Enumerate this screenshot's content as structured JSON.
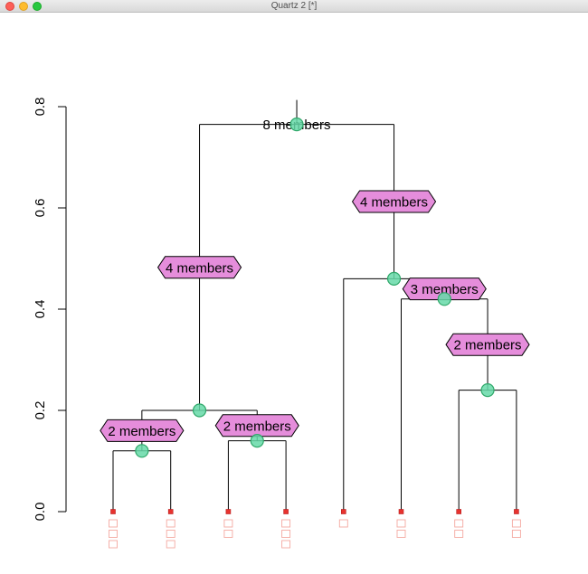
{
  "window": {
    "title": "Quartz 2 [*]"
  },
  "chart_data": {
    "type": "dendrogram",
    "ylim": [
      0,
      0.8
    ],
    "y_ticks": [
      {
        "value": 0.0,
        "label": "0.0"
      },
      {
        "value": 0.2,
        "label": "0.2"
      },
      {
        "value": 0.4,
        "label": "0.4"
      },
      {
        "value": 0.6,
        "label": "0.6"
      },
      {
        "value": 0.8,
        "label": "0.8"
      }
    ],
    "leaves": [
      {
        "position": 1,
        "label_boxes": 3
      },
      {
        "position": 2,
        "label_boxes": 3
      },
      {
        "position": 3,
        "label_boxes": 2
      },
      {
        "position": 4,
        "label_boxes": 3
      },
      {
        "position": 5,
        "label_boxes": 1
      },
      {
        "position": 6,
        "label_boxes": 2
      },
      {
        "position": 7,
        "label_boxes": 2
      },
      {
        "position": 8,
        "label_boxes": 2
      }
    ],
    "nodes": [
      {
        "id": "n1",
        "height": 0.12,
        "left": "leaf1",
        "right": "leaf2",
        "members": 2,
        "label": "2 members"
      },
      {
        "id": "n2",
        "height": 0.14,
        "left": "leaf3",
        "right": "leaf4",
        "members": 2,
        "label": "2 members"
      },
      {
        "id": "n3",
        "height": 0.2,
        "left": "n1",
        "right": "n2",
        "members": 4,
        "label": "4 members"
      },
      {
        "id": "n4",
        "height": 0.24,
        "left": "leaf7",
        "right": "leaf8",
        "members": 2,
        "label": "2 members"
      },
      {
        "id": "n5",
        "height": 0.42,
        "left": "leaf6",
        "right": "n4",
        "members": 3,
        "label": "3 members"
      },
      {
        "id": "n6",
        "height": 0.46,
        "left": "leaf5",
        "right": "n5",
        "members": 4,
        "label": "4 members"
      },
      {
        "id": "n7",
        "height": 0.765,
        "left": "n3",
        "right": "n6",
        "members": 8,
        "label": "8 members"
      }
    ],
    "colors": {
      "edge": "#000000",
      "node_point_fill": "#66d9a8",
      "node_point_stroke": "#2fa86a",
      "edge_label_fill": "#e58ddb",
      "leaf_point": "#e8322e",
      "leaf_label_box": "#f4a8a0"
    },
    "grid": false
  }
}
